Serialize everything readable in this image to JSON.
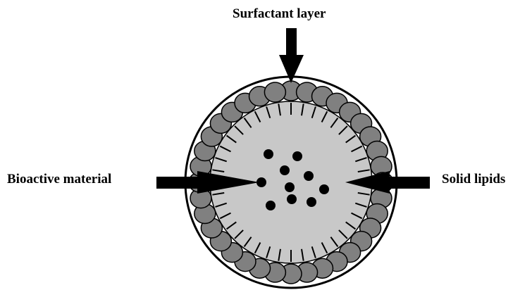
{
  "labels": {
    "surfactant_layer": "Surfactant layer",
    "bioactive_material": "Bioactive material",
    "solid_lipids": "Solid lipids"
  },
  "colors": {
    "shell_fill": "#ffffff",
    "surfactant_bead": "#808080",
    "lipid_core": "#c8c8c8",
    "drug_dot": "#000000",
    "outline": "#000000",
    "arrow": "#000000"
  },
  "structure": {
    "surfactant_bead_count": 36,
    "lipid_tail_count": 40,
    "bioactive_dot_count": 10
  },
  "icons": {
    "arrow_down": "arrow-down-icon",
    "arrow_right": "arrow-right-icon",
    "arrow_left": "arrow-left-icon"
  }
}
